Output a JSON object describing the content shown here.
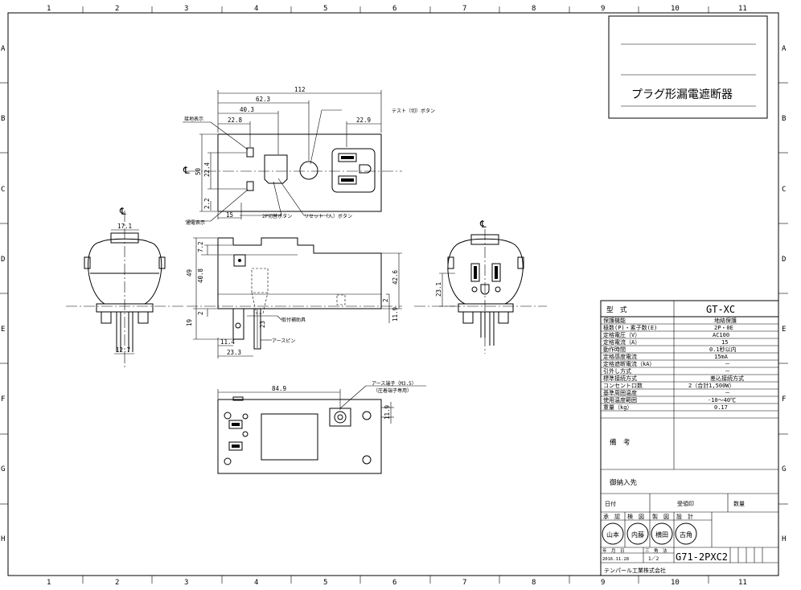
{
  "grid": {
    "columns": [
      "1",
      "2",
      "3",
      "4",
      "5",
      "6",
      "7",
      "8",
      "9",
      "10",
      "11"
    ],
    "rows": [
      "A",
      "B",
      "C",
      "D",
      "E",
      "F",
      "G",
      "H"
    ]
  },
  "title_box": {
    "title": "プラグ形漏電遮断器"
  },
  "dimensions": {
    "top_view": {
      "d112": "112",
      "d62_3": "62.3",
      "d40_3": "40.3",
      "d22_8": "22.8",
      "d22_9": "22.9",
      "d50": "50",
      "d22_4": "22.4",
      "d2_2": "2.2",
      "d15": "15",
      "centerline": "℄"
    },
    "front_view": {
      "d7_2": "7.2",
      "d49": "49",
      "d40_8": "40.8",
      "d19": "19",
      "d2": "2",
      "d23": "23",
      "d11_4": "11.4",
      "d23_3": "23.3",
      "d42_6": "42.6",
      "d11_9": "11.9",
      "d2b": "2"
    },
    "left_view": {
      "d17_1": "17.1",
      "d12_7": "12.7",
      "centerline": "℄"
    },
    "right_view": {
      "d23_1": "23.1",
      "centerline": "℄"
    },
    "bottom_view": {
      "d84_9": "84.9",
      "d11_9": "11.9"
    }
  },
  "callouts": {
    "ground_indicator": "接地表示",
    "energized_indicator": "通電表示",
    "test_button": "テスト（切）ボタン",
    "switch_2p": "2P切替ボタン",
    "reset_button": "リセット（入）ボタン",
    "mount_aux": "取付補助具",
    "earth_pin": "アースピン",
    "earth_terminal": "アース端子（M3.5）",
    "crimp_note": "（圧着端子専用）"
  },
  "spec_table": {
    "header": {
      "label": "型　式",
      "value": "GT-XC"
    },
    "rows": [
      {
        "label": "保護機能",
        "value": "地絡保護"
      },
      {
        "label": "極数(P)・素子数(E)",
        "value": "2P・0E"
      },
      {
        "label": "定格電圧（V）",
        "value": "AC100"
      },
      {
        "label": "定格電流（A）",
        "value": "15"
      },
      {
        "label": "動作時間",
        "value": "0.1秒以内"
      },
      {
        "label": "定格感度電流",
        "value": "15mA"
      },
      {
        "label": "定格遮断電流（kA）",
        "value": "－"
      },
      {
        "label": "引外し方式",
        "value": "－"
      },
      {
        "label": "標準接続方式",
        "value": "差込接続方式"
      },
      {
        "label": "コンセント口数",
        "value": "2（合計1,500W）"
      },
      {
        "label": "基準周囲温度",
        "value": "－"
      },
      {
        "label": "使用温度範囲",
        "value": "-10～40℃"
      },
      {
        "label": "重量（kg）",
        "value": "0.17"
      }
    ],
    "remarks_label": "備　考",
    "delivery_label": "御納入先",
    "date_label": "日付",
    "receipt_label": "受領印",
    "qty_label": "数量",
    "approval_labels": [
      "承　認",
      "検　図",
      "製　図",
      "設　計"
    ],
    "stamps": [
      "山本",
      "内藤",
      "横田",
      "古角"
    ],
    "date_header": "年　月　日",
    "scale_header": "三　角　法",
    "date_value": "2016.11.28",
    "scale_value": "1／2",
    "drawing_number": "G71-2PXC2",
    "company": "テンパール工業株式会社"
  }
}
